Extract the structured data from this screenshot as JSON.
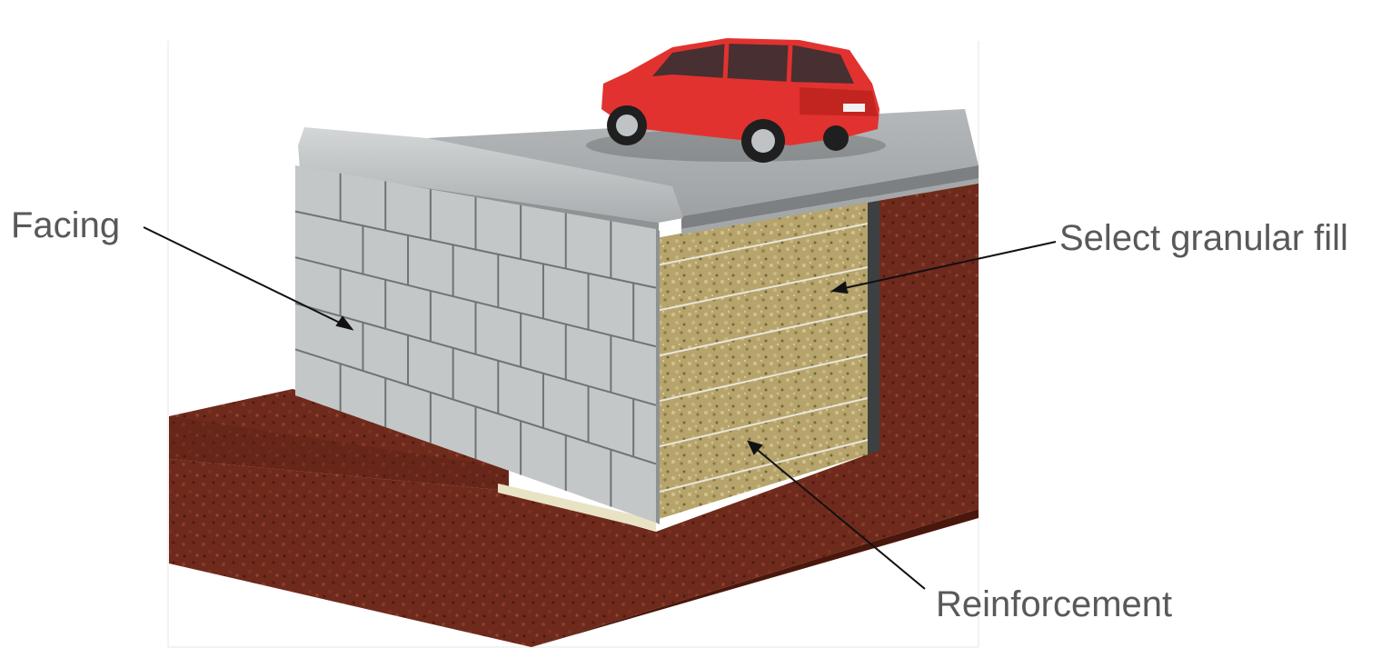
{
  "labels": {
    "facing": "Facing",
    "select_fill": "Select granular fill",
    "reinforcement": "Reinforcement"
  },
  "colors": {
    "soil": "#6e2a1c",
    "fill": "#b6a46c",
    "facing_block": "#c4c7c8",
    "road": "#a6aaac",
    "car": "#e2322f",
    "label_text": "#595959",
    "leader_line": "#111111"
  },
  "icons": {
    "vehicle": "suv-car-icon"
  }
}
